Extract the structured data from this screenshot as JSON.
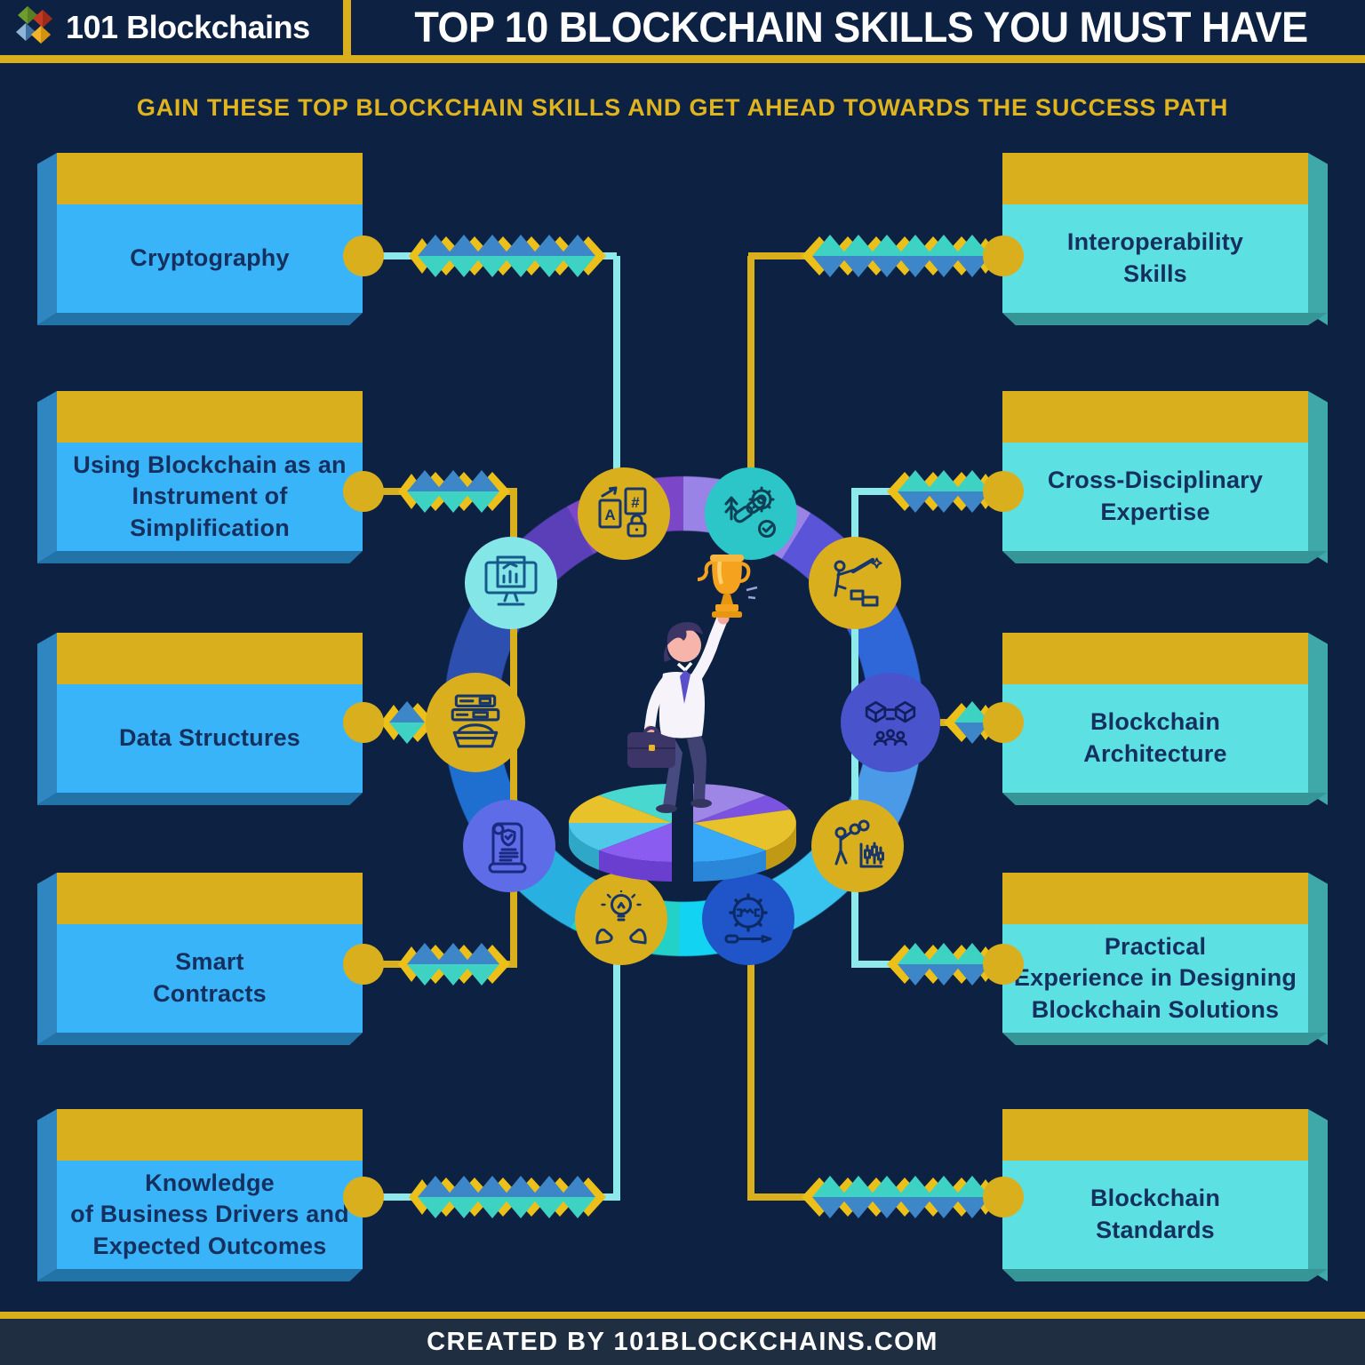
{
  "header": {
    "brand": "101 Blockchains",
    "logo_icon": "four-diamond-cubes-logo",
    "title": "TOP 10 BLOCKCHAIN SKILLS YOU MUST HAVE"
  },
  "subtitle": "GAIN THESE TOP BLOCKCHAIN SKILLS AND GET AHEAD TOWARDS THE SUCCESS PATH",
  "skills_left": [
    {
      "label": "Cryptography",
      "icon": "encrypted-documents-icon",
      "chain_links": 6,
      "connector_color": "cyan"
    },
    {
      "label": "Using Blockchain as an\nInstrument of\nSimplification",
      "icon": "monitor-analytics-icon",
      "chain_links": 3,
      "connector_color": "yellow"
    },
    {
      "label": "Data Structures",
      "icon": "server-stack-icon",
      "chain_links": 1,
      "connector_color": "yellow"
    },
    {
      "label": "Smart\nContracts",
      "icon": "contract-scroll-shield-icon",
      "chain_links": 3,
      "connector_color": "yellow"
    },
    {
      "label": "Knowledge\nof Business Drivers and\nExpected Outcomes",
      "icon": "hands-lightbulb-icon",
      "chain_links": 6,
      "connector_color": "cyan"
    }
  ],
  "skills_right": [
    {
      "label": "Interoperability\nSkills",
      "icon": "chain-link-gear-icon",
      "chain_links": 6,
      "connector_color": "yellow"
    },
    {
      "label": "Cross-Disciplinary\nExpertise",
      "icon": "person-reaching-star-icon",
      "chain_links": 3,
      "connector_color": "cyan"
    },
    {
      "label": "Blockchain\nArchitecture",
      "icon": "cubes-network-icon",
      "chain_links": 1,
      "connector_color": "yellow"
    },
    {
      "label": "Practical\nExperience in Designing\nBlockchain Solutions",
      "icon": "binoculars-chart-icon",
      "chain_links": 3,
      "connector_color": "cyan"
    },
    {
      "label": "Blockchain\nStandards",
      "icon": "gear-handshake-icon",
      "chain_links": 6,
      "connector_color": "yellow"
    }
  ],
  "center": {
    "illustration": "man-holding-trophy-on-pie-chart"
  },
  "footer": {
    "text": "CREATED BY 101BLOCKCHAINS.COM"
  },
  "colors": {
    "background_navy": "#0d2143",
    "accent_yellow": "#d9af1d",
    "box_blue_left": "#3ab4f8",
    "box_teal_right": "#5ce0e2",
    "line_cyan": "#8de9ea",
    "text_navy": "#15305f",
    "footer_bar": "#1f2e41",
    "chain_blue": "#3d86c8",
    "chain_teal": "#3ed2c2"
  }
}
